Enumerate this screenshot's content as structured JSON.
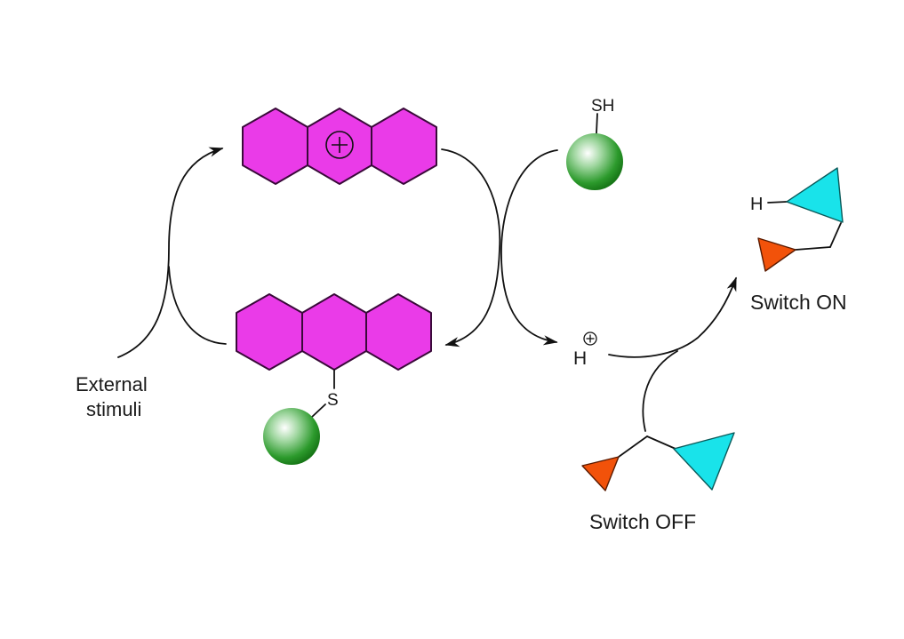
{
  "diagram": {
    "title": "Thiol-triggered molecular switch scheme",
    "labels": {
      "external_stimuli_line1": "External",
      "external_stimuli_line2": "stimuli",
      "thiol_sh": "SH",
      "sulfur_s": "S",
      "proton_h": "H",
      "switch_on": "Switch ON",
      "switch_off": "Switch OFF",
      "switch_on_h": "H"
    },
    "nodes": [
      {
        "id": "cationic-acridine",
        "description": "Three fused magenta hexagons with central positive charge"
      },
      {
        "id": "thiol-adduct",
        "description": "Three fused magenta hexagons bonded to sulfur-linked green sphere"
      },
      {
        "id": "thiol-sphere",
        "description": "Green sphere bearing SH group"
      },
      {
        "id": "proton",
        "description": "H+ released"
      },
      {
        "id": "switch-off",
        "description": "Orange and cyan triangles joined by bent linker"
      },
      {
        "id": "switch-on",
        "description": "Protonated cyan triangle (H-) with orange triangle linker"
      }
    ],
    "edges": [
      {
        "from": "thiol-adduct",
        "to": "cationic-acridine",
        "label": "External stimuli"
      },
      {
        "from": "cationic-acridine",
        "to": "thiol-adduct",
        "label": ""
      },
      {
        "from": "thiol-sphere",
        "to": "proton",
        "label": ""
      },
      {
        "from": "switch-off",
        "to": "switch-on",
        "label": "H+"
      }
    ],
    "colors": {
      "hexagon": "#ea3be8",
      "sphere": "#1e8a1e",
      "cyan_triangle": "#19e3ea",
      "orange_triangle": "#f2520a"
    }
  }
}
